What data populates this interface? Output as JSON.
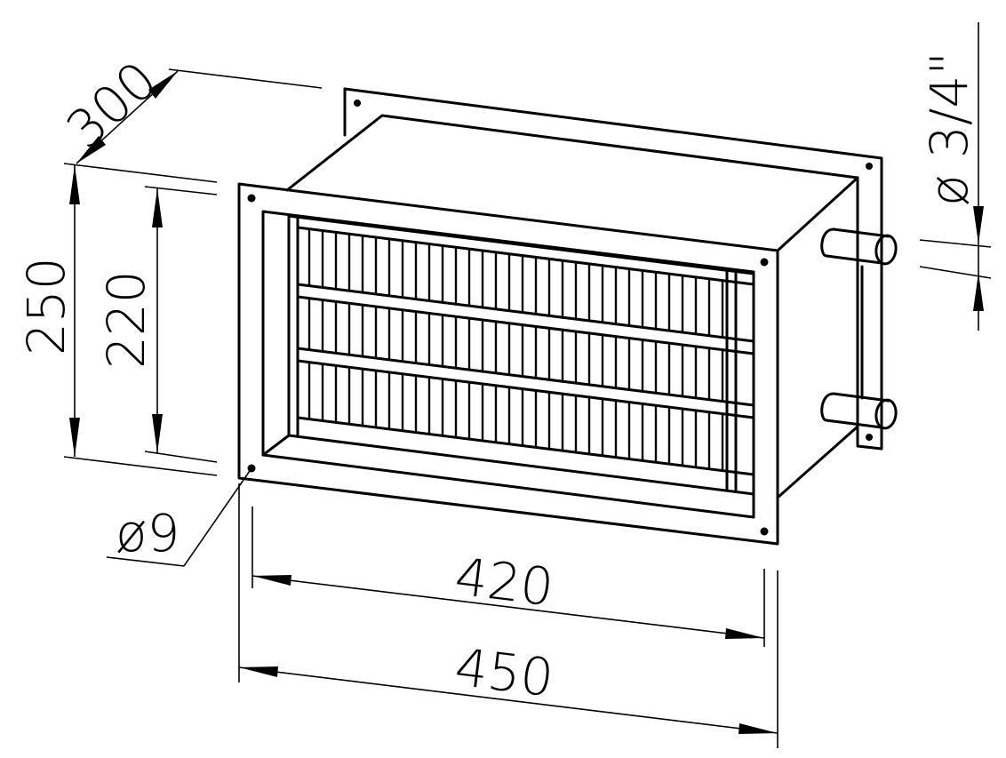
{
  "drawing": {
    "title": "Duct heater isometric dimension drawing",
    "colors": {
      "line": "#000000",
      "background": "#ffffff"
    }
  },
  "dimensions": {
    "depth": {
      "label": "300",
      "meaning": "depth"
    },
    "outer_height": {
      "label": "250",
      "meaning": "flange outer height"
    },
    "inner_height": {
      "label": "220",
      "meaning": "duct inner height"
    },
    "inner_width": {
      "label": "420",
      "meaning": "duct inner width"
    },
    "outer_width": {
      "label": "450",
      "meaning": "flange outer width"
    },
    "hole_diameter": {
      "label": "ø9",
      "meaning": "mounting hole diameter"
    },
    "pipe_diameter": {
      "label": "ø 3/4\"",
      "meaning": "connection pipe diameter"
    }
  }
}
